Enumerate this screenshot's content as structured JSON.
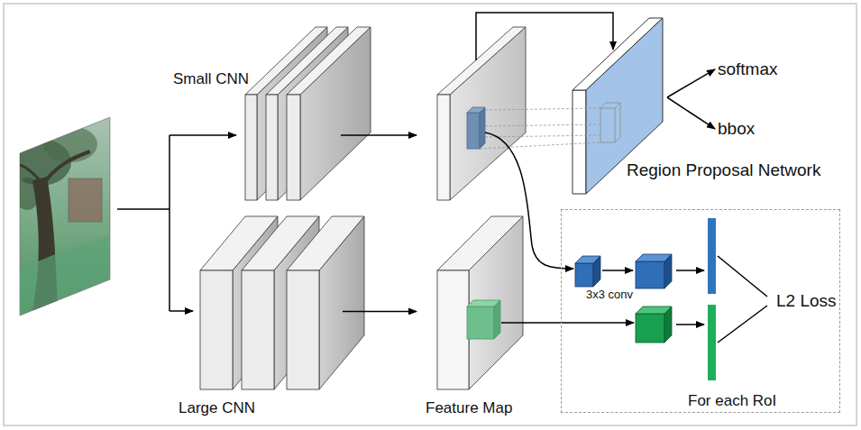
{
  "diagram": {
    "nodes": [
      {
        "text": [
          "Small CNN"
        ]
      },
      {
        "text": [
          "Region Proposal Network"
        ]
      },
      {
        "text": [
          "softmax"
        ]
      },
      {
        "text": [
          "bbox"
        ]
      },
      {
        "text": [
          "For each RoI"
        ]
      },
      {
        "text": [
          "L2 Loss"
        ],
        "in": 4
      },
      {
        "text": [
          "Large CNN"
        ]
      },
      {
        "text": [
          "Feature Map"
        ]
      }
    ],
    "edges": [
      {
        "from": 1,
        "to": 2,
        "arrow": "to"
      },
      {
        "from": 1,
        "to": 3,
        "arrow": "to"
      },
      {
        "from": 6,
        "to": 7,
        "arrow": "to"
      }
    ],
    "labels": [
      "3x3 conv"
    ]
  }
}
